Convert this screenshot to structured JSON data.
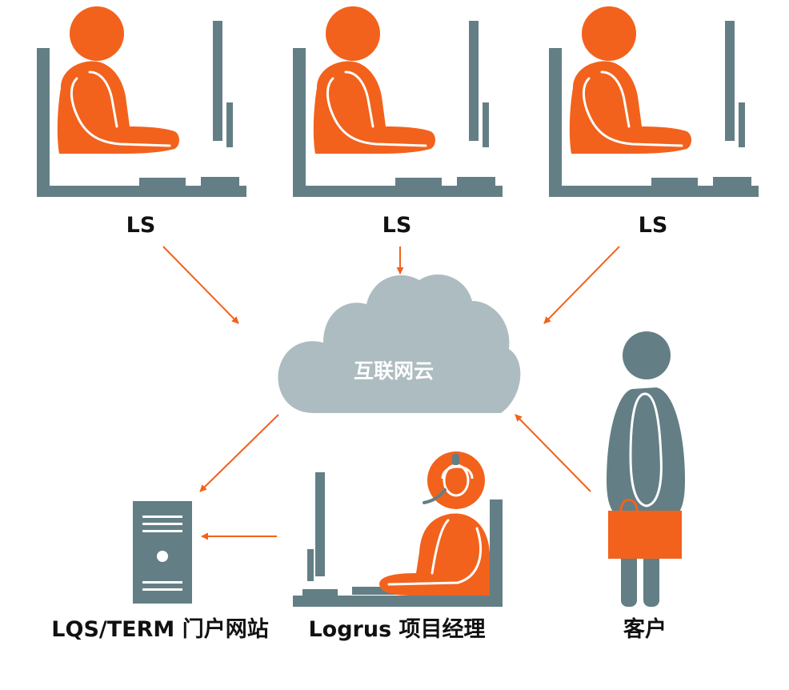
{
  "colors": {
    "accent": "#f2621c",
    "slate": "#637f85",
    "cloud": "#adbcc0",
    "label_text": "#111111",
    "cloud_text": "#ffffff"
  },
  "nodes": {
    "ls_left": {
      "label": "LS",
      "icon": "linguist-at-computer-icon"
    },
    "ls_center": {
      "label": "LS",
      "icon": "linguist-at-computer-icon"
    },
    "ls_right": {
      "label": "LS",
      "icon": "linguist-at-computer-icon"
    },
    "cloud": {
      "label": "互联网云",
      "icon": "cloud-icon"
    },
    "portal": {
      "label": "LQS/TERM 门户网站",
      "icon": "server-tower-icon"
    },
    "pm": {
      "label": "Logrus 项目经理",
      "icon": "headset-operator-icon"
    },
    "client": {
      "label": "客户",
      "icon": "businessman-icon"
    }
  },
  "edges": [
    {
      "from": "ls_left",
      "to": "cloud"
    },
    {
      "from": "ls_center",
      "to": "cloud"
    },
    {
      "from": "ls_right",
      "to": "cloud"
    },
    {
      "from": "client",
      "to": "cloud"
    },
    {
      "from": "cloud",
      "to": "portal"
    },
    {
      "from": "pm",
      "to": "portal"
    }
  ]
}
